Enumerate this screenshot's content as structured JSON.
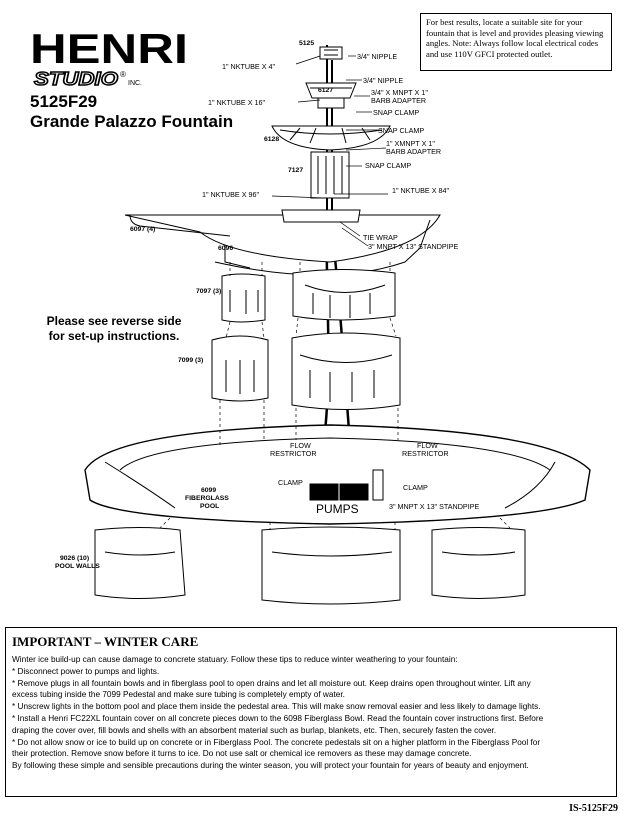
{
  "brand": {
    "name_line1": "HENRI",
    "name_line2": "STUDIO",
    "suffix": "INC.",
    "registered": "®"
  },
  "product": {
    "code": "5125F29",
    "name": "Grande Palazzo Fountain"
  },
  "note": "For best results, locate a suitable site for your fountain that is level and provides pleasing viewing angles. Note: Always follow local electrical codes and use 110V GFCI protected outlet.",
  "reverse_note": "Please see reverse side for set-up instructions.",
  "labels": {
    "p5125": "5125",
    "nipple1": "3/4\" NIPPLE",
    "nktube4": "1\" NKTUBE X 4\"",
    "nipple2": "3/4\" NIPPLE",
    "p6127": "6127",
    "mnpt": "3/4\" X MNPT X 1\"",
    "barb1": "BARB ADAPTER",
    "nktube16": "1\" NKTUBE X 16\"",
    "snap1": "SNAP CLAMP",
    "snap2": "SNAP CLAMP",
    "p6128": "6128",
    "xmnpt": "1\" XMNPT X 1\"",
    "barb2": "BARB ADAPTER",
    "snap3": "SNAP CLAMP",
    "p7127": "7127",
    "nktube96": "1\" NKTUBE X 96\"",
    "nktube84": "1\" NKTUBE X 84\"",
    "p6097": "6097 (4)",
    "tiewrap": "TIE WRAP",
    "standpipe13": "3\" MNPT X 13\" STANDPIPE",
    "p6096": "6096",
    "p7097": "7097 (3)",
    "p7099": "7099 (3)",
    "flow": "FLOW",
    "restrictor": "RESTRICTOR",
    "clamp": "CLAMP",
    "pool_num": "6099",
    "pool_l1": "FIBERGLASS",
    "pool_l2": "POOL",
    "pumps": "PUMPS",
    "standpipe13b": "3\" MNPT X 13\" STANDPIPE",
    "walls_num": "9026 (10)",
    "walls": "POOL WALLS"
  },
  "winter": {
    "title": "IMPORTANT – WINTER CARE",
    "lines": [
      "Winter ice build-up can cause damage to concrete statuary.  Follow these tips to reduce winter weathering to your fountain:",
      "* Disconnect power to pumps and lights.",
      "* Remove plugs in all fountain bowls and in fiberglass pool to open drains and let all moisture out.  Keep drains open throughout winter.  Lift any",
      "excess tubing inside the 7099 Pedestal and make sure tubing is completely empty of water.",
      "* Unscrew lights in the bottom pool and place them inside the pedestal area.  This will make snow removal easier and less likely to damage lights.",
      "* Install a Henri FC22XL fountain cover on all concrete pieces down to the 6098 Fiberglass Bowl.  Read the fountain cover instructions first.  Before",
      "draping the cover over, fill bowls and shells with an absorbent material such as burlap, blankets, etc.  Then, securely fasten the cover.",
      "* Do not allow snow or ice to build up on concrete or in Fiberglass Pool.  The concrete pedestals sit on a higher platform in the Fiberglass Pool for",
      "their protection.  Remove snow before it turns to ice.  Do not use salt or chemical ice removers as these may damage concrete.",
      "By following these simple and sensible precautions during the winter season, you will protect your fountain for years of beauty and enjoyment."
    ]
  },
  "footer_code": "IS-5125F29"
}
